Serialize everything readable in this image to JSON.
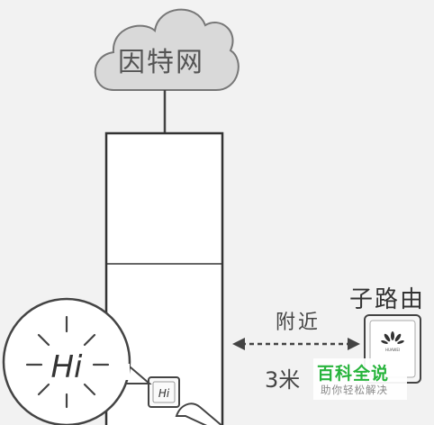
{
  "diagram": {
    "cloud_label": "因特网",
    "sub_router_label": "子路由",
    "nearby_label": "附近",
    "distance_label": "3米",
    "button_text": "Hi",
    "router_brand": "HUAWEI",
    "connector_style": "dashed double-headed arrow"
  },
  "watermark": {
    "title": "百科全说",
    "subtitle": "助你轻松解决",
    "color": "#27b43c"
  },
  "colors": {
    "background": "#f2f2f2",
    "cloud_fill": "#d9d9d9",
    "stroke": "#444444",
    "panel_fill": "#ffffff"
  }
}
